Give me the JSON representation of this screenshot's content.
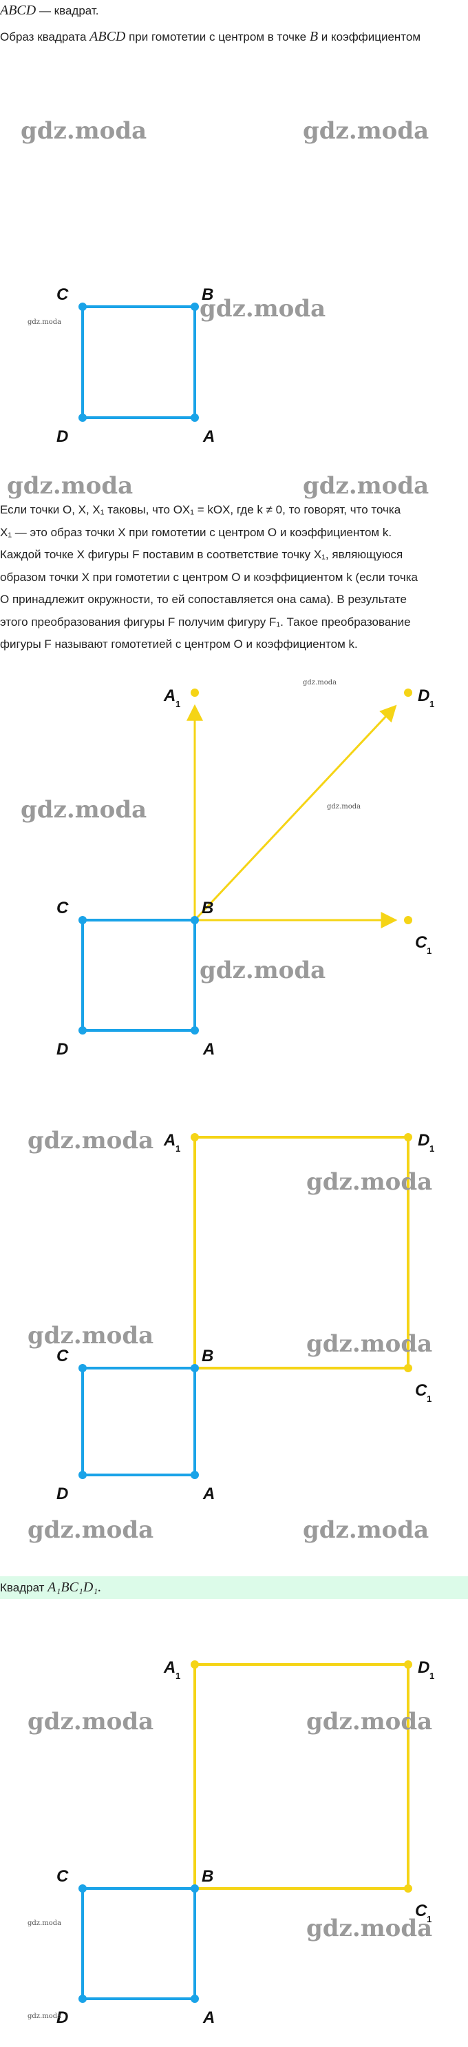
{
  "intro": {
    "line1_math": "ABCD",
    "line1_text": " — квадрат.",
    "line2_a": "Образ квадрата ",
    "line2_m1": "ABCD",
    "line2_b": " при гомотетии с центром в точке ",
    "line2_m2": "B",
    "line2_c": " и коэффициентом"
  },
  "definition": [
    "Если точки O, X, X₁ таковы, что OX₁ = kOX, где k ≠ 0, то говорят, что точка",
    "X₁ — это образ точки X при гомотетии с центром O и коэффициентом k.",
    "Каждой точке X фигуры F поставим в соответствие точку X₁, являющуюся",
    "образом точки X при гомотетии с центром O и коэффициентом k (если точка",
    "O принадлежит окружности, то ей сопоставляется она сама). В результате",
    "этого преобразования фигуры F получим фигуру F₁. Такое преобразование",
    "фигуры F называют гомотетией с центром O и коэффициентом k."
  ],
  "answer": {
    "text": "Квадрат ",
    "math": "A₁BC₁D₁."
  },
  "labels": {
    "A": "A",
    "B": "B",
    "C": "C",
    "D": "D",
    "one": "1"
  },
  "watermark": "gdz.moda",
  "colors": {
    "original": "#1aa3e8",
    "image": "#f5d416",
    "answer_bg": "#dcfbe9"
  }
}
